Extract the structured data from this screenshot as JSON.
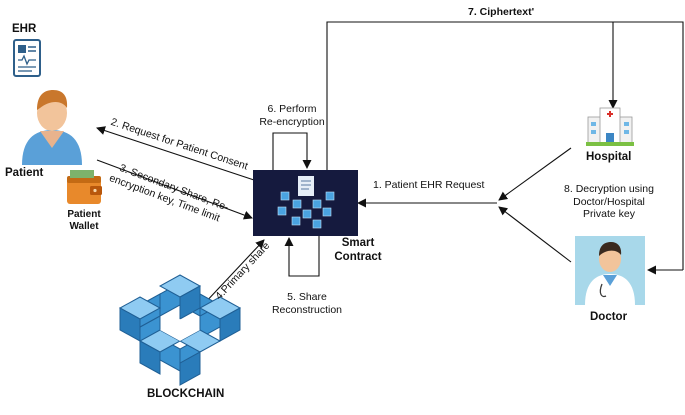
{
  "nodes": {
    "ehr": "EHR",
    "patient": "Patient",
    "patient_wallet_line1": "Patient",
    "patient_wallet_line2": "Wallet",
    "smart_contract_line1": "Smart",
    "smart_contract_line2": "Contract",
    "hospital": "Hospital",
    "doctor": "Doctor",
    "blockchain": "BLOCKCHAIN"
  },
  "steps": {
    "s1": "1. Patient EHR Request",
    "s2": "2. Request for Patient Consent",
    "s3_line1": "3. Secondary Share, Re-",
    "s3_line2": "encryption key, Time limit",
    "s4": "4.Primary share",
    "s5_line1": "5. Share",
    "s5_line2": "Reconstruction",
    "s6_line1": "6. Perform",
    "s6_line2": "Re-encryption",
    "s7": "7. Ciphertext'",
    "s8_line1": "8. Decryption using",
    "s8_line2": "Doctor/Hospital",
    "s8_line3": "Private key"
  },
  "colors": {
    "smart_contract_bg": "#151a3e",
    "blockchain_blue": "#3b93d1",
    "hospital_red": "#d9302a",
    "doctor_bg": "#a8d8ea",
    "wallet_orange": "#e8892b",
    "patient_gown": "#5aa0d8"
  },
  "icons": {
    "ehr": "ehr-tablet-icon",
    "patient": "patient-avatar-icon",
    "wallet": "wallet-icon",
    "smart_contract": "smart-contract-icon",
    "hospital": "hospital-building-icon",
    "doctor": "doctor-avatar-icon",
    "blockchain": "blockchain-cubes-icon"
  }
}
